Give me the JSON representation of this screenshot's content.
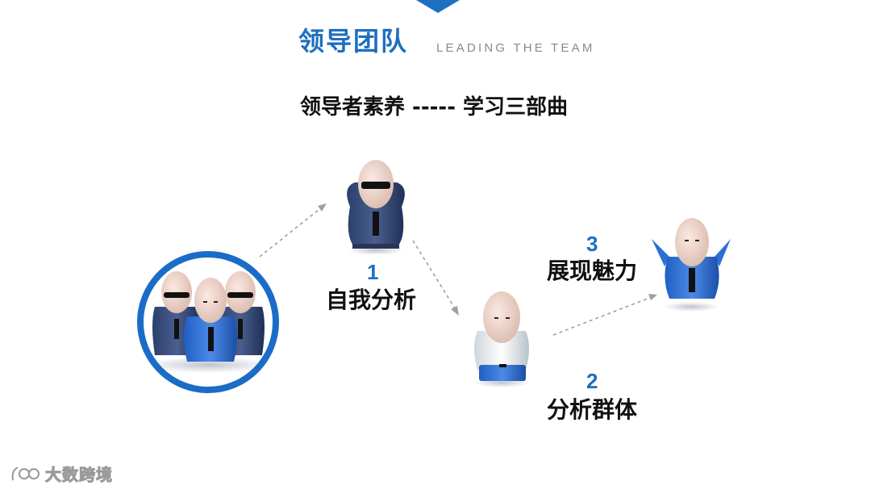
{
  "header": {
    "title_cn": "领导团队",
    "title_en": "LEADING THE TEAM"
  },
  "subtitle": "领导者素养 ----- 学习三部曲",
  "steps": [
    {
      "number": "1",
      "label": "自我分析"
    },
    {
      "number": "2",
      "label": "分析群体"
    },
    {
      "number": "3",
      "label": "展现魅力"
    }
  ],
  "watermark": {
    "text": "大数跨境",
    "icon": "logo-icon"
  },
  "colors": {
    "accent": "#1d6fc1",
    "text": "#111111",
    "muted": "#8a8a8a"
  }
}
